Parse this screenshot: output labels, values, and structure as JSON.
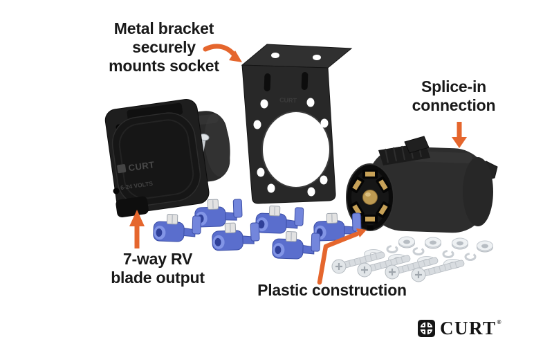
{
  "callouts": {
    "metal_bracket": {
      "line1": "Metal bracket",
      "line2": "securely",
      "line3": "mounts socket"
    },
    "splice_in": {
      "line1": "Splice-in",
      "line2": "connection"
    },
    "blade_output": {
      "line1": "7-way RV",
      "line2": "blade output"
    },
    "plastic": {
      "text": "Plastic construction"
    }
  },
  "product_markings": {
    "socket_brand": "CURT",
    "socket_voltage": "6-24 VOLTS",
    "bracket_stamp": "CURT"
  },
  "brand_logo": {
    "wordmark": "CURT",
    "registered": "®"
  },
  "parts_visible": {
    "splice_connectors_count": 6,
    "screws_count": 4,
    "nuts_count": 4,
    "lock_washers_count": 4,
    "flat_washers_count": 4
  },
  "colors": {
    "arrow": "#e5662d",
    "label_text": "#191919",
    "product_dark": "#262626",
    "connector_blue": "#5a6ecd",
    "hardware_silver": "#e2e6e9",
    "brass": "#bd9a52",
    "background": "#ffffff"
  }
}
